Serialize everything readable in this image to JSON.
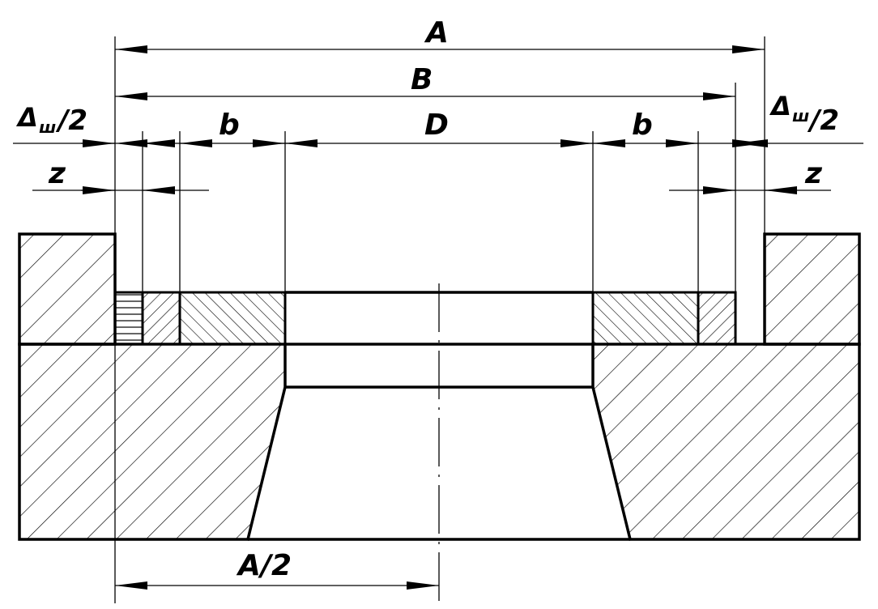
{
  "labels": {
    "A": "A",
    "B": "B",
    "D": "D",
    "b": "b",
    "delta": "Δ",
    "sub": "ш",
    "half": "/2",
    "z": "z",
    "a_half": "A/2"
  },
  "style": {
    "line_color": "#000000",
    "background": "#ffffff"
  }
}
